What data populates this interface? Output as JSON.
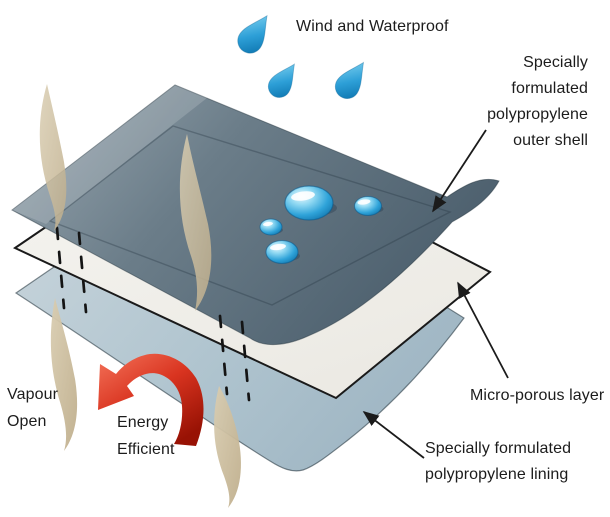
{
  "diagram": {
    "type": "breathable-waterproof-fabric-layers",
    "background": "#ffffff",
    "annotations": {
      "wind_waterproof": "Wind and Waterproof",
      "outer_shell": "Specially\nformulated\npolypropylene\nouter shell",
      "micro_porous": "Micro-porous layer",
      "lining": "Specially formulated\npolypropylene lining",
      "vapour_open": "Vapour\nOpen",
      "energy_efficient": "Energy\nEfficient"
    },
    "layers": [
      {
        "id": "outer-shell",
        "label": "Specially formulated polypropylene outer shell",
        "color": "#5e7280"
      },
      {
        "id": "micro-porous",
        "label": "Micro-porous layer",
        "color": "#f2f1ed"
      },
      {
        "id": "lining",
        "label": "Specially formulated polypropylene lining",
        "color": "#acc1cc"
      }
    ],
    "colors": {
      "rain_blue": "#2196cd",
      "vapour_tan": "#c9bb9d",
      "energy_arrow_red": "#cc2413",
      "label_text": "#1c1c1c",
      "outline": "#1a1a1a"
    },
    "counts": {
      "falling_raindrops": 3,
      "surface_droplets": 4,
      "vapour_wisps": 4
    }
  }
}
